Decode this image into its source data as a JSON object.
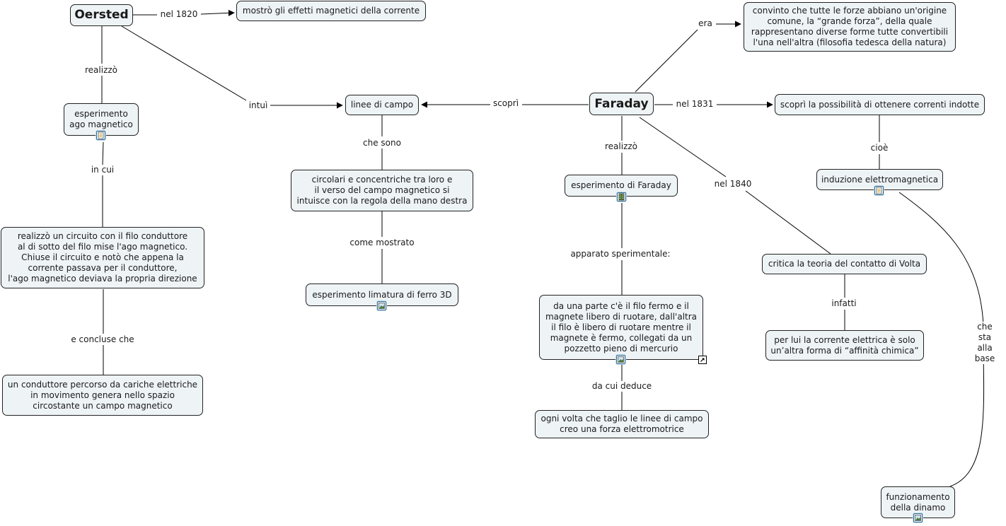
{
  "nodes": {
    "oersted": "Oersted",
    "oersted_effetti": "mostrò gli effetti magnetici della corrente",
    "esperimento_ago": "esperimento\nago magnetico",
    "circuito": "realizzò un circuito con il filo conduttore\nal di sotto del filo mise l'ago magnetico.\nChiuse il circuito e notò che appena la\ncorrente passava per il conduttore,\nl'ago magnetico deviava la propria direzione",
    "conduttore": "un conduttore percorso da cariche elettriche\nin movimento  genera nello spazio\ncircostante un campo magnetico",
    "linee_campo": "linee di campo",
    "circolari": "circolari e concentriche tra loro e\nil verso del campo magnetico si\nintuisce con la regola della mano destra",
    "limatura": "esperimento limatura di ferro 3D",
    "faraday": "Faraday",
    "convinto": "convinto che tutte le forze abbiano un'origine\ncomune, la “grande forza”, della quale\nrappresentano diverse forme tutte convertibili\nl'una nell'altra (filosofia tedesca della natura)",
    "correnti_indotte": "scoprì la possibilità di ottenere correnti indotte",
    "induzione": "induzione elettromagnetica",
    "esperimento_faraday": "esperimento di Faraday",
    "apparato": "da una parte c'è il filo fermo e il\nmagnete libero di ruotare, dall'altra\nil filo è libero di ruotare mentre il\nmagnete è fermo, collegati da un\npozzetto pieno di mercurio",
    "forza_em": "ogni volta che taglio le linee di campo\ncreo una forza elettromotrice",
    "critica_volta": "critica la teoria del contatto di Volta",
    "affinita": "per lui la corrente elettrica è solo\nun’altra forma di “affinità chimica”",
    "dinamo": "funzionamento\ndella dinamo"
  },
  "labels": {
    "nel_1820": "nel 1820",
    "realizzo_oersted": "realizzò",
    "in_cui": "in cui",
    "e_concluse": "e concluse che",
    "intui": "intuì",
    "che_sono": "che sono",
    "come_mostrato": "come mostrato",
    "scopri": "scoprì",
    "era": "era",
    "nel_1831": "nel 1831",
    "cioe": "cioè",
    "realizzo_faraday": "realizzò",
    "apparato_sperimentale": "apparato sperimentale:",
    "da_cui_deduce": "da cui deduce",
    "nel_1840": "nel 1840",
    "infatti": "infatti",
    "che_sta_alla_base": "che sta\nalla base"
  },
  "icons": {
    "esperimento_ago": "document-icon",
    "induzione": "document-icon",
    "esperimento_faraday": "video-icon",
    "limatura": "image-icon",
    "apparato": "image-icon",
    "dinamo": "image-icon",
    "apparato_link": "external-link-icon"
  }
}
